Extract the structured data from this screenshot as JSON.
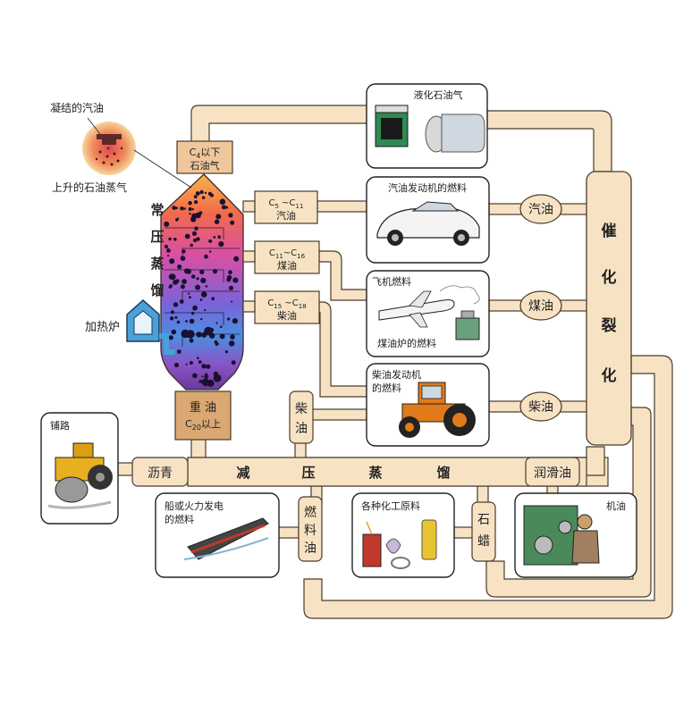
{
  "condensed_label": "凝结的汽油",
  "rising_vapor_label": "上升的石油蒸气",
  "heater_label": "加热炉",
  "tower": {
    "vertical_label": [
      "常",
      "压",
      "蒸",
      "馏"
    ],
    "top_box": {
      "line1_main": "C",
      "line1_sub": "4",
      "line1_rest": "以下",
      "line2": "石油气"
    },
    "bottom_box": {
      "line1": "重 油",
      "line2_main": "C",
      "line2_sub": "20",
      "line2_rest": "以上"
    }
  },
  "fractions": [
    {
      "range_a": "C",
      "sub_a": "5",
      "sep": " ~C",
      "sub_b": "11",
      "name": "汽油"
    },
    {
      "range_a": "C",
      "sub_a": "11",
      "sep": "~C",
      "sub_b": "16",
      "name": "煤油"
    },
    {
      "range_a": "C",
      "sub_a": "15",
      "sep": " ~C",
      "sub_b": "18",
      "name": "柴油"
    }
  ],
  "products": {
    "lpg": "液化石油气",
    "gasoline_engine": "汽油发动机的燃料",
    "aircraft_fuel": "飞机燃料",
    "kerosene_stove": "煤油炉的燃料",
    "diesel_engine": [
      "柴油发动机",
      "的燃料"
    ],
    "paving": "铺路",
    "ship_fuel": [
      "船或火力发电",
      "的燃料"
    ],
    "chemical_feedstock": "各种化工原料",
    "machine_oil": "机油"
  },
  "cracking": {
    "label": [
      "催",
      "化",
      "裂",
      "化"
    ],
    "outputs": [
      "汽油",
      "煤油",
      "柴油"
    ]
  },
  "vacuum": {
    "label": [
      "减",
      "压",
      "蒸",
      "馏"
    ],
    "diesel_side": [
      "柴",
      "油"
    ],
    "asphalt": "沥青",
    "lubricant": "润滑油",
    "fuel_oil": [
      "燃",
      "料",
      "油"
    ],
    "paraffin": [
      "石",
      "蜡"
    ]
  },
  "colors": {
    "pipe_fill": "#f7e3c4",
    "pipe_stroke": "#4a3b2a",
    "tower_top": "#f7a33c",
    "tower_mid": "#d64a9a",
    "tower_low": "#4a7fd8",
    "tower_bottom": "#6b3ea8",
    "box_fill": "#efc79a"
  }
}
